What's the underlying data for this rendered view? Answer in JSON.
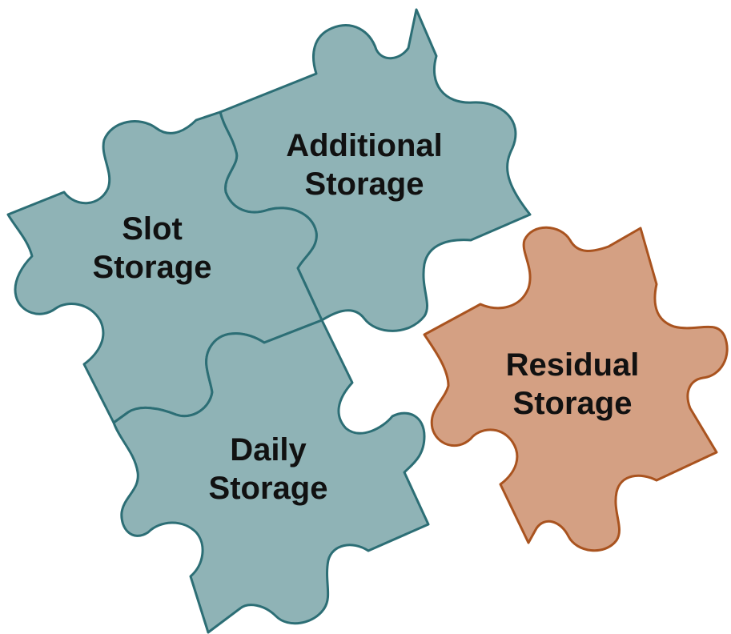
{
  "colors": {
    "teal_fill": "#8FB3B6",
    "teal_stroke": "#2C6E75",
    "orange_fill": "#D4A083",
    "orange_stroke": "#A9531F"
  },
  "pieces": {
    "slot": {
      "line1": "Slot",
      "line2": "Storage"
    },
    "additional": {
      "line1": "Additional",
      "line2": "Storage"
    },
    "daily": {
      "line1": "Daily",
      "line2": "Storage"
    },
    "residual": {
      "line1": "Residual",
      "line2": "Storage"
    }
  }
}
